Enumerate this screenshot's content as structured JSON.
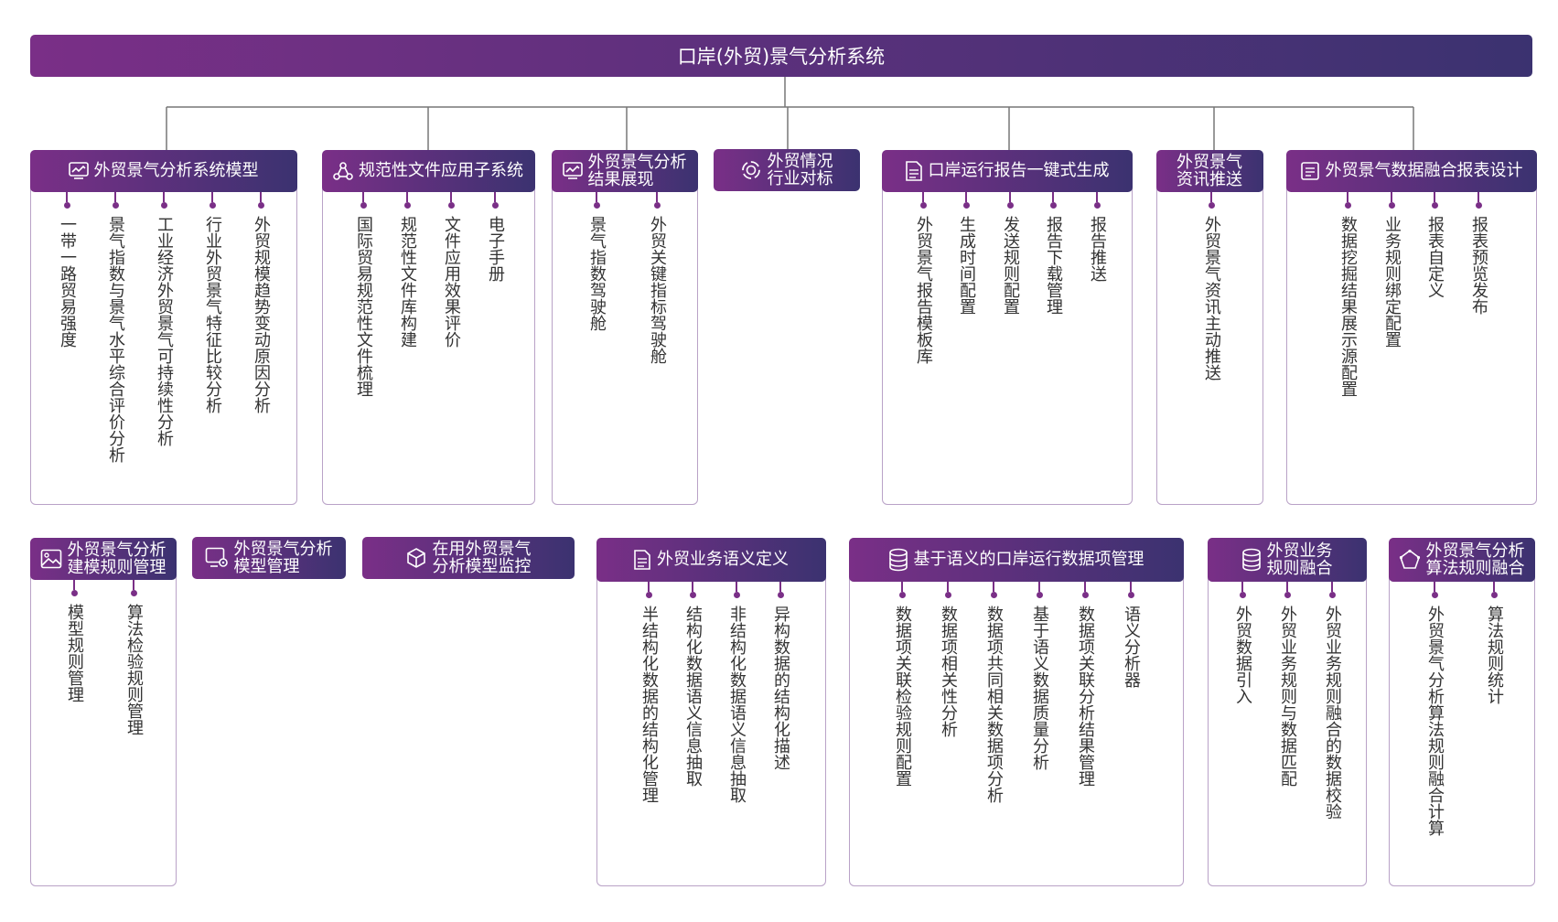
{
  "title": "口岸(外贸)景气分析系统",
  "colors": {
    "header_start": "#7a2f87",
    "header_end": "#3b3270",
    "border": "#b9a2c7",
    "connector": "#777777",
    "text": "#333333"
  },
  "modules": [
    {
      "title": "外贸景气分析系统模型",
      "icon": "chart-icon",
      "children": [
        "一带一路贸易强度",
        "景气指数与景气水平综合评价分析",
        "工业经济外贸景气可持续性分析",
        "行业外贸景气特征比较分析",
        "外贸规模趋势变动原因分析"
      ]
    },
    {
      "title": "规范性文件应用子系统",
      "icon": "network-icon",
      "children": [
        "国际贸易规范性文件梳理",
        "规范性文件库构建",
        "文件应用效果评价",
        "电子手册"
      ]
    },
    {
      "title": "外贸景气分析结果展现",
      "icon": "chart-icon",
      "children": [
        "景气指数驾驶舱",
        "外贸关键指标驾驶舱"
      ]
    },
    {
      "title": "外贸情况行业对标",
      "icon": "cycle-icon",
      "children": []
    },
    {
      "title": "口岸运行报告一键式生成",
      "icon": "document-icon",
      "children": [
        "外贸景气报告模板库",
        "生成时间配置",
        "发送规则配置",
        "报告下载管理",
        "报告推送"
      ]
    },
    {
      "title": "外贸景气资讯推送",
      "icon": "none",
      "children": [
        "外贸景气资讯主动推送"
      ]
    },
    {
      "title": "外贸景气数据融合报表设计",
      "icon": "report-icon",
      "children": [
        "数据挖掘结果展示源配置",
        "业务规则绑定配置",
        "报表自定义",
        "报表预览发布"
      ]
    },
    {
      "title": "外贸景气分析建模规则管理",
      "icon": "image-icon",
      "children": [
        "模型规则管理",
        "算法检验规则管理"
      ]
    },
    {
      "title": "外贸景气分析模型管理",
      "icon": "settings-icon",
      "children": []
    },
    {
      "title": "在用外贸景气分析模型监控",
      "icon": "cube-icon",
      "children": []
    },
    {
      "title": "外贸业务语义定义",
      "icon": "document-icon",
      "children": [
        "半结构化数据的结构化管理",
        "结构化数据语义信息抽取",
        "非结构化数据语义信息抽取",
        "异构数据的结构化描述"
      ]
    },
    {
      "title": "基于语义的口岸运行数据项管理",
      "icon": "database-icon",
      "children": [
        "数据项关联检验规则配置",
        "数据项相关性分析",
        "数据项共同相关数据项分析",
        "基于语义数据质量分析",
        "数据项关联分析结果管理",
        "语义分析器"
      ]
    },
    {
      "title": "外贸业务规则融合",
      "icon": "database-icon",
      "children": [
        "外贸数据引入",
        "外贸业务规则与数据匹配",
        "外贸业务规则融合的数据校验"
      ]
    },
    {
      "title": "外贸景气分析算法规则融合",
      "icon": "pentagon-icon",
      "children": [
        "外贸景气分析算法规则融合计算",
        "算法规则统计"
      ]
    }
  ]
}
